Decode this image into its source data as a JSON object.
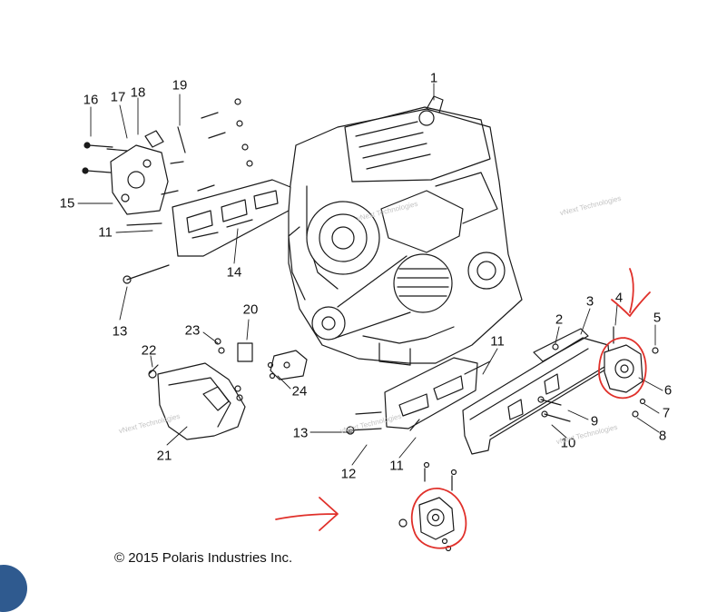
{
  "diagram": {
    "callouts": [
      "1",
      "2",
      "3",
      "4",
      "5",
      "6",
      "7",
      "8",
      "9",
      "10",
      "11",
      "11",
      "11",
      "12",
      "13",
      "13",
      "14",
      "15",
      "16",
      "17",
      "18",
      "19",
      "20",
      "21",
      "22",
      "23",
      "24"
    ],
    "watermark": "vNext Technologies",
    "copyright": "© 2015 Polaris Industries Inc."
  },
  "colors": {
    "line": "#1a1a1a",
    "annotation": "#e0302a",
    "corner_badge": "#2f5a8f"
  }
}
